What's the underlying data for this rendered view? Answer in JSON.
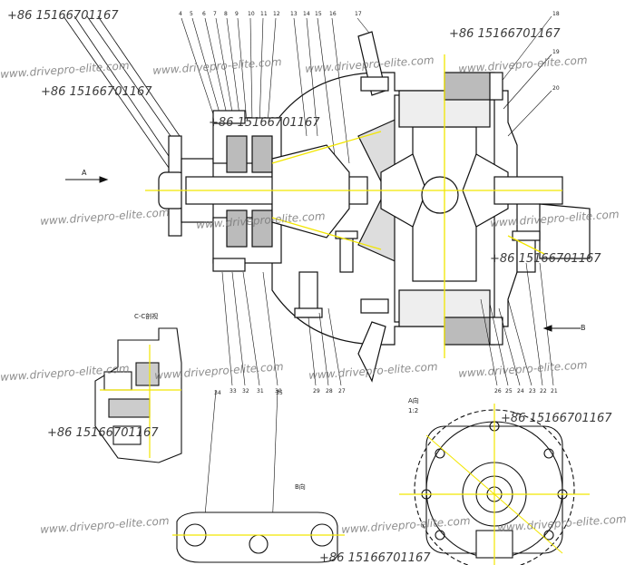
{
  "callouts_top": [
    "4",
    "5",
    "6",
    "7",
    "8",
    "9",
    "10",
    "11",
    "12",
    "13",
    "14",
    "15",
    "16",
    "17"
  ],
  "callouts_right": [
    "18",
    "19",
    "20"
  ],
  "callouts_bottom_right": [
    "26",
    "25",
    "24",
    "23",
    "22",
    "21"
  ],
  "callouts_bottom_mid": [
    "29",
    "28",
    "27"
  ],
  "callouts_bottom_left": [
    "33",
    "32",
    "31",
    "30"
  ],
  "callouts_lower": [
    "34",
    "35"
  ],
  "labels": {
    "view_a": "A",
    "view_b": "B",
    "section_cc": "C-C剖视",
    "view_b_title": "B向",
    "view_a_title": "A向",
    "scale": "1:2"
  },
  "watermark": "www.drivepro-elite.com",
  "phone": "+86 15166701167",
  "colors": {
    "line": "#111111",
    "axis": "#f2e600",
    "hatch": "#333333"
  }
}
